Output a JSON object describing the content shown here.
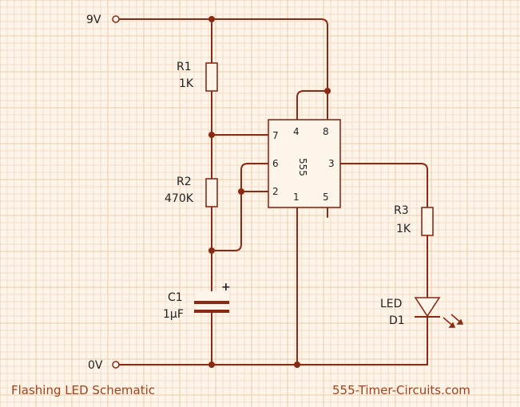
{
  "rails": {
    "supply": "9V",
    "ground": "0V"
  },
  "components": {
    "r1": {
      "ref": "R1",
      "value": "1K"
    },
    "r2": {
      "ref": "R2",
      "value": "470K"
    },
    "r3": {
      "ref": "R3",
      "value": "1K"
    },
    "c1": {
      "ref": "C1",
      "value": "1µF",
      "polarity": "+"
    },
    "d1": {
      "type": "LED",
      "ref": "D1"
    },
    "ic": {
      "name": "555",
      "pins": {
        "p1": "1",
        "p2": "2",
        "p3": "3",
        "p4": "4",
        "p5": "5",
        "p6": "6",
        "p7": "7",
        "p8": "8"
      }
    }
  },
  "footer": {
    "title": "Flashing LED Schematic",
    "site": "555-Timer-Circuits.com"
  },
  "colors": {
    "wire": "#8b2a14",
    "background": "#fdf5ea",
    "footer_text": "#a0421c"
  }
}
